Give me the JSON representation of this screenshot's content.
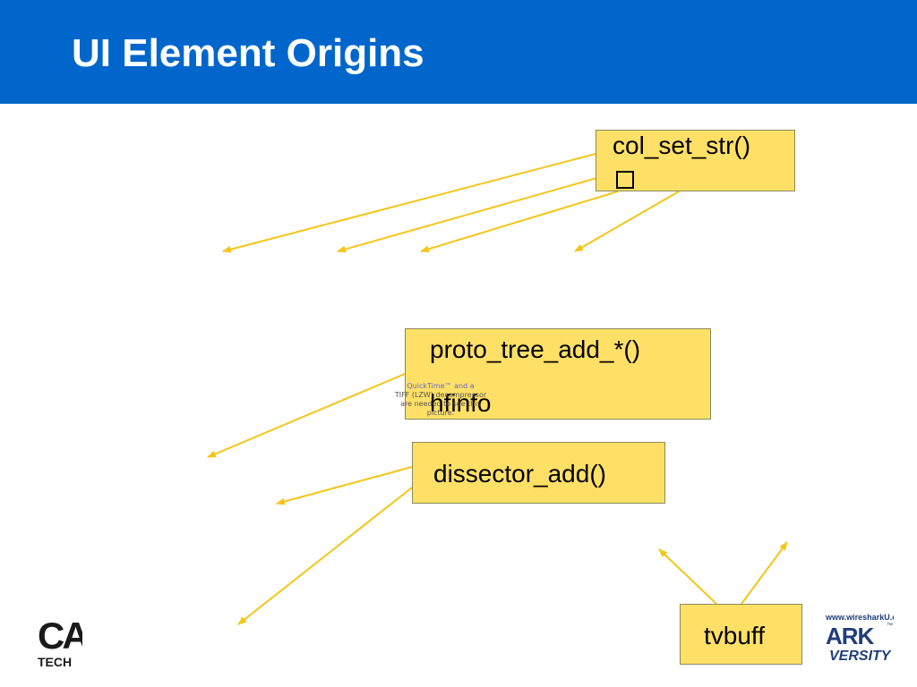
{
  "slide": {
    "title": "UI Element Origins",
    "accent_color": "#0066cc",
    "box_color": "#ffe066",
    "arrow_color": "#f5c518"
  },
  "boxes": {
    "col_set_str": {
      "line1": "col_set_str()"
    },
    "proto_tree_add": {
      "line1": "proto_tree_add_*()",
      "line2": "hfinfo"
    },
    "dissector_add": {
      "line1": "dissector_add()"
    },
    "tvbuff": {
      "line1": "tvbuff"
    }
  },
  "placeholder_image": {
    "line1": "QuickTime™ and a",
    "line2": "TIFF (LZW) decompressor",
    "line3": "are needed to see this picture."
  },
  "logos": {
    "left": {
      "big": "CA",
      "small": "TECH"
    },
    "right": {
      "url": "www.wiresharkU.com",
      "big": "ARK",
      "tm": "™",
      "sub": "VERSITY"
    }
  }
}
